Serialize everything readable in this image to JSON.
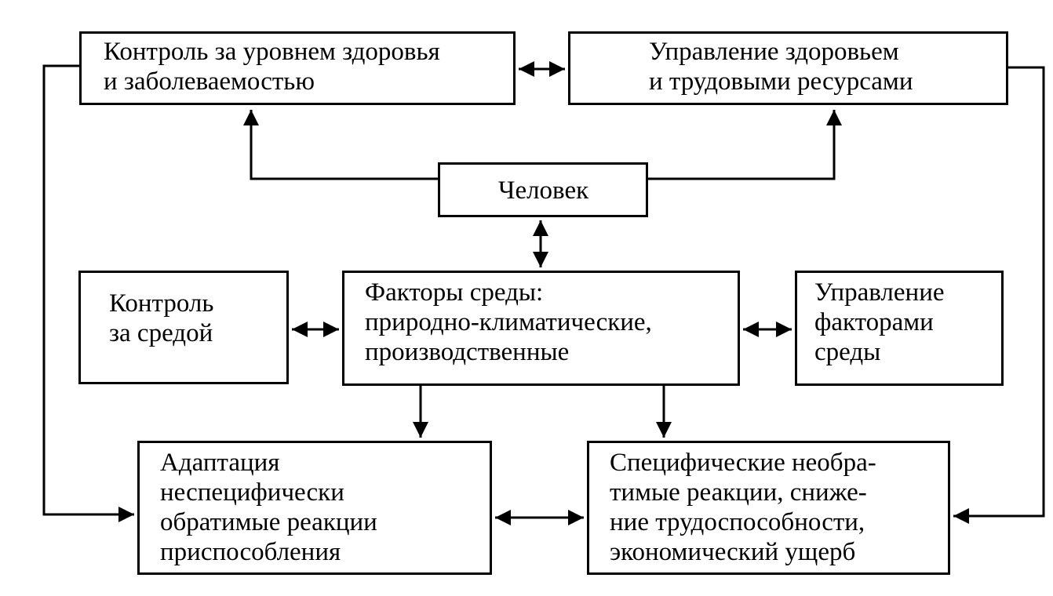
{
  "boxes": {
    "health_control": [
      "Контроль за уровнем здоровья",
      "и заболеваемостью"
    ],
    "health_management": [
      "Управление здоровьем",
      "и трудовыми ресурсами"
    ],
    "human": [
      "Человек"
    ],
    "env_control": [
      "Контроль",
      "за средой"
    ],
    "env_factors": [
      "Факторы среды:",
      "природно-климатические,",
      "производственные"
    ],
    "env_management": [
      "Управление",
      "факторами",
      "среды"
    ],
    "adaptation": [
      "Адаптация",
      "неспецифически",
      "обратимые реакции",
      "приспособления"
    ],
    "specific_reactions": [
      "Специфические необра-",
      "тимые реакции, сниже-",
      "ние трудоспособности,",
      "экономический ущерб"
    ]
  },
  "colors": {
    "stroke": "#000000",
    "background": "#ffffff"
  }
}
